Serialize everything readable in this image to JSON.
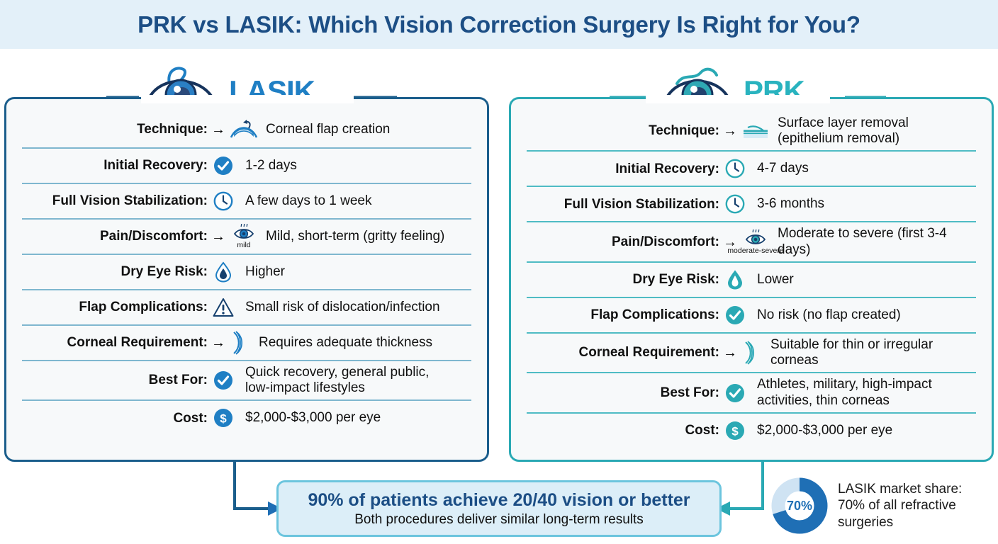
{
  "title": "PRK vs LASIK: Which Vision Correction Surgery Is Right for You?",
  "colors": {
    "title_bar_bg": "#e3f0f9",
    "title_text": "#1c4e85",
    "lasik_accent": "#1f7fc4",
    "lasik_border": "#1b5e8c",
    "prk_accent": "#29b3bf",
    "prk_border": "#2aa9b4",
    "callout_bg": "#dceef8",
    "callout_border": "#6cc5de"
  },
  "lasik": {
    "name": "LASIK",
    "logo_icon": "eye-with-flap-icon",
    "rows": [
      {
        "label": "Technique:",
        "arrow": "→",
        "icon": "corneal-flap-icon",
        "icon_sub": "",
        "value": "Corneal flap creation"
      },
      {
        "label": "Initial Recovery:",
        "arrow": "",
        "icon": "check-circle-icon",
        "icon_sub": "",
        "value": "1-2 days"
      },
      {
        "label": "Full Vision Stabilization:",
        "arrow": "",
        "icon": "clock-icon",
        "icon_sub": "",
        "value": "A few days to 1 week"
      },
      {
        "label": "Pain/Discomfort:",
        "arrow": "→",
        "icon": "eye-pain-icon",
        "icon_sub": "mild",
        "value": "Mild, short-term (gritty feeling)"
      },
      {
        "label": "Dry Eye Risk:",
        "arrow": "",
        "icon": "droplet-outline-icon",
        "icon_sub": "",
        "value": "Higher"
      },
      {
        "label": "Flap Complications:",
        "arrow": "",
        "icon": "warning-triangle-icon",
        "icon_sub": "",
        "value": "Small risk of dislocation/infection"
      },
      {
        "label": "Corneal Requirement:",
        "arrow": "→",
        "icon": "cornea-crescent-icon",
        "icon_sub": "",
        "value": "Requires adequate thickness"
      },
      {
        "label": "Best For:",
        "arrow": "",
        "icon": "check-circle-icon",
        "icon_sub": "",
        "value": "Quick recovery, general public,\nlow-impact lifestyles"
      },
      {
        "label": "Cost:",
        "arrow": "",
        "icon": "dollar-circle-icon",
        "icon_sub": "",
        "value": "$2,000-$3,000 per eye"
      }
    ]
  },
  "prk": {
    "name": "PRK",
    "logo_icon": "eye-with-wave-icon",
    "rows": [
      {
        "label": "Technique:",
        "arrow": "→",
        "icon": "surface-layer-icon",
        "icon_sub": "",
        "value": "Surface layer removal\n(epithelium removal)"
      },
      {
        "label": "Initial Recovery:",
        "arrow": "",
        "icon": "clock-icon",
        "icon_sub": "",
        "value": "4-7 days"
      },
      {
        "label": "Full Vision Stabilization:",
        "arrow": "",
        "icon": "clock-icon",
        "icon_sub": "",
        "value": "3-6 months"
      },
      {
        "label": "Pain/Discomfort:",
        "arrow": "→",
        "icon": "eye-pain-icon",
        "icon_sub": "moderate-severe",
        "value": "Moderate to severe (first 3-4 days)"
      },
      {
        "label": "Dry Eye Risk:",
        "arrow": "",
        "icon": "droplet-filled-icon",
        "icon_sub": "",
        "value": "Lower"
      },
      {
        "label": "Flap Complications:",
        "arrow": "",
        "icon": "check-circle-icon",
        "icon_sub": "",
        "value": "No risk (no flap created)"
      },
      {
        "label": "Corneal Requirement:",
        "arrow": "→",
        "icon": "cornea-crescent-icon",
        "icon_sub": "",
        "value": "Suitable for thin or irregular corneas"
      },
      {
        "label": "Best For:",
        "arrow": "",
        "icon": "check-circle-icon",
        "icon_sub": "",
        "value": "Athletes, military, high-impact\nactivities, thin corneas"
      },
      {
        "label": "Cost:",
        "arrow": "",
        "icon": "dollar-circle-icon",
        "icon_sub": "",
        "value": "$2,000-$3,000 per eye"
      }
    ]
  },
  "callout": {
    "headline": "90% of patients achieve 20/40 vision or better",
    "subline": "Both procedures deliver similar long-term results"
  },
  "chart_data": {
    "type": "pie",
    "title": "LASIK market share",
    "categories": [
      "LASIK",
      "Other refractive surgeries"
    ],
    "values": [
      70,
      30
    ],
    "value_label": "70%",
    "colors": [
      "#1f6fb5",
      "#cfe3f3"
    ],
    "caption": "LASIK market share:\n70% of all refractive\nsurgeries",
    "legend": "none"
  }
}
